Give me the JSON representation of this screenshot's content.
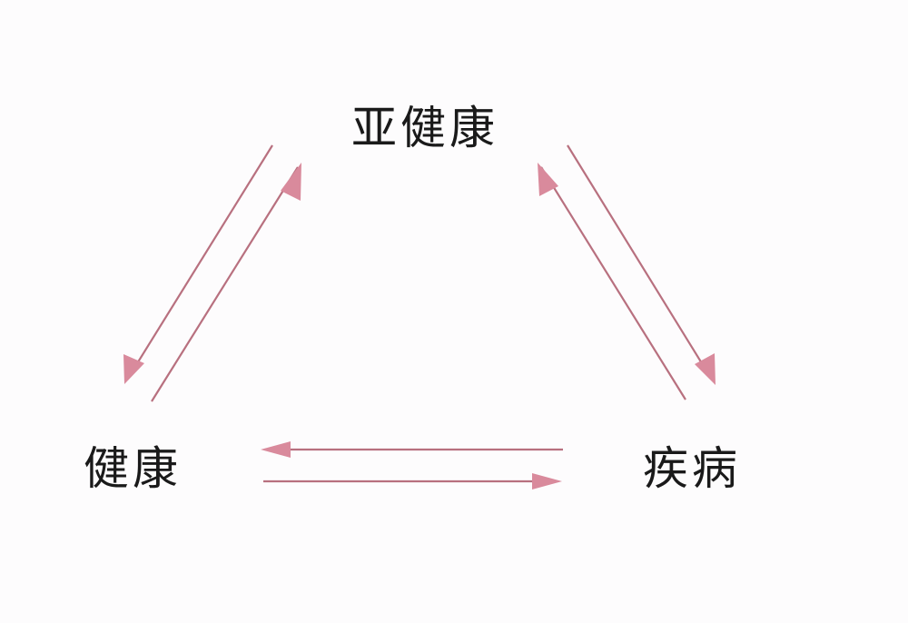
{
  "nodes": {
    "top": "亚健康",
    "left": "健康",
    "right": "疾病"
  },
  "colors": {
    "arrow_line": "#b8707f",
    "arrow_head": "#d98a9c",
    "text": "#1a1a1a"
  }
}
